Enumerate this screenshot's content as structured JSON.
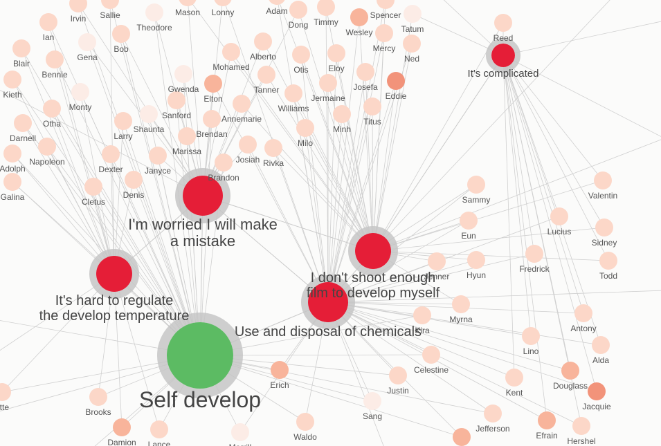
{
  "hubs": [
    {
      "id": "self",
      "lines": [
        "Self develop"
      ],
      "color": "#5cbb63",
      "r": 48,
      "ring": 14,
      "font": 32
    },
    {
      "id": "worried",
      "lines": [
        "I'm worried I will make",
        "a mistake"
      ],
      "color": "#e51e37",
      "r": 29,
      "ring": 11,
      "font": 22
    },
    {
      "id": "shoot",
      "lines": [
        "I don't shoot enough",
        "film to develop myself"
      ],
      "color": "#e51e37",
      "r": 26,
      "ring": 10,
      "font": 20
    },
    {
      "id": "chemicals",
      "lines": [
        "Use and disposal of chemicals"
      ],
      "color": "#e51e37",
      "r": 29,
      "ring": 10,
      "font": 20
    },
    {
      "id": "temp",
      "lines": [
        "It's hard to regulate",
        "the develop temperature"
      ],
      "color": "#e51e37",
      "r": 26,
      "ring": 10,
      "font": 20
    },
    {
      "id": "complicated",
      "lines": [
        "It's complicated"
      ],
      "color": "#e51e37",
      "r": 17,
      "ring": 8,
      "font": 15
    }
  ],
  "people": [
    {
      "n": "Irvin",
      "t": 1
    },
    {
      "n": "Sallie",
      "t": 1
    },
    {
      "n": "Mason",
      "t": 1
    },
    {
      "n": "Lonny",
      "t": 1
    },
    {
      "n": "Adam",
      "t": 1
    },
    {
      "n": "Spencer",
      "t": 1
    },
    {
      "n": "Ian",
      "t": 1
    },
    {
      "n": "Theodore",
      "t": 0
    },
    {
      "n": "Dong",
      "t": 1
    },
    {
      "n": "Timmy",
      "t": 1
    },
    {
      "n": "Wesley",
      "t": 2
    },
    {
      "n": "Tatum",
      "t": 0
    },
    {
      "n": "Reed",
      "t": 1
    },
    {
      "n": "Blair",
      "t": 1
    },
    {
      "n": "Gena",
      "t": 0
    },
    {
      "n": "Bob",
      "t": 1
    },
    {
      "n": "Alberto",
      "t": 1
    },
    {
      "n": "Mercy",
      "t": 1
    },
    {
      "n": "Ned",
      "t": 1
    },
    {
      "n": "Bennie",
      "t": 1
    },
    {
      "n": "Mohamed",
      "t": 1
    },
    {
      "n": "Otis",
      "t": 1
    },
    {
      "n": "Eloy",
      "t": 1
    },
    {
      "n": "Kieth",
      "t": 1
    },
    {
      "n": "Gwenda",
      "t": 0
    },
    {
      "n": "Elton",
      "t": 2
    },
    {
      "n": "Tanner",
      "t": 1
    },
    {
      "n": "Josefa",
      "t": 1
    },
    {
      "n": "Eddie",
      "t": 3
    },
    {
      "n": "Monty",
      "t": 0
    },
    {
      "n": "Williams",
      "t": 1
    },
    {
      "n": "Jermaine",
      "t": 1
    },
    {
      "n": "Otha",
      "t": 1
    },
    {
      "n": "Sanford",
      "t": 1
    },
    {
      "n": "Annemarie",
      "t": 1
    },
    {
      "n": "Titus",
      "t": 1
    },
    {
      "n": "Darnell",
      "t": 1
    },
    {
      "n": "Shaunta",
      "t": 0
    },
    {
      "n": "Larry",
      "t": 1
    },
    {
      "n": "Brendan",
      "t": 1
    },
    {
      "n": "Minh",
      "t": 1
    },
    {
      "n": "Milo",
      "t": 1
    },
    {
      "n": "Napoleon",
      "t": 1
    },
    {
      "n": "Marissa",
      "t": 1
    },
    {
      "n": "Adolph",
      "t": 1
    },
    {
      "n": "Dexter",
      "t": 1
    },
    {
      "n": "Janyce",
      "t": 1
    },
    {
      "n": "Josiah",
      "t": 1
    },
    {
      "n": "Rivka",
      "t": 1
    },
    {
      "n": "Galina",
      "t": 1
    },
    {
      "n": "Brandon",
      "t": 1
    },
    {
      "n": "Cletus",
      "t": 1
    },
    {
      "n": "Denis",
      "t": 1
    },
    {
      "n": "Sammy",
      "t": 1
    },
    {
      "n": "Valentin",
      "t": 1
    },
    {
      "n": "Eun",
      "t": 1
    },
    {
      "n": "Lucius",
      "t": 1
    },
    {
      "n": "Sidney",
      "t": 1
    },
    {
      "n": "Jenner",
      "t": 1
    },
    {
      "n": "Hyun",
      "t": 1
    },
    {
      "n": "Fredrick",
      "t": 1
    },
    {
      "n": "Todd",
      "t": 1
    },
    {
      "n": "Myrna",
      "t": 1
    },
    {
      "n": "Antony",
      "t": 1
    },
    {
      "n": "Kira",
      "t": 1
    },
    {
      "n": "Lino",
      "t": 1
    },
    {
      "n": "Alda",
      "t": 1
    },
    {
      "n": "Celestine",
      "t": 1
    },
    {
      "n": "Douglass",
      "t": 2
    },
    {
      "n": "Erich",
      "t": 2
    },
    {
      "n": "Justin",
      "t": 1
    },
    {
      "n": "Kent",
      "t": 1
    },
    {
      "n": "Jacquie",
      "t": 3
    },
    {
      "n": "ette",
      "t": 1
    },
    {
      "n": "Brooks",
      "t": 1
    },
    {
      "n": "Sang",
      "t": 0
    },
    {
      "n": "Jefferson",
      "t": 1
    },
    {
      "n": "Efrain",
      "t": 2
    },
    {
      "n": "Hershel",
      "t": 1
    },
    {
      "n": "Damion",
      "t": 2
    },
    {
      "n": "Lance",
      "t": 1
    },
    {
      "n": "Merrill",
      "t": 0
    },
    {
      "n": "Waldo",
      "t": 1
    },
    {
      "n": "",
      "t": 2
    }
  ],
  "palette": [
    "#fcece6",
    "#fcd7c8",
    "#f8b49b",
    "#f2937a"
  ],
  "colors": {
    "background": "#fbfbfa",
    "edge": "#cfcfcf",
    "hub_ring": "#c6c6c6",
    "label": "#555555"
  }
}
